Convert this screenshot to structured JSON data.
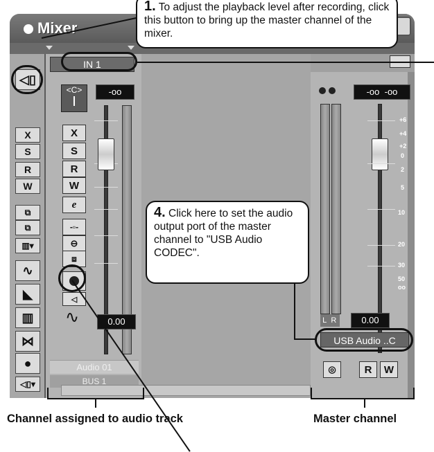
{
  "window": {
    "title": "Mixer"
  },
  "channel": {
    "input": "IN 1",
    "pan": "<C>",
    "volume_display": "-oo",
    "fader_value": "0.00",
    "name": "Audio 01",
    "output": "BUS 1",
    "buttons": [
      "X",
      "S",
      "R",
      "W",
      "e"
    ]
  },
  "rack": {
    "buttons": [
      "X",
      "S",
      "R",
      "W"
    ]
  },
  "master": {
    "displays": [
      "-oo",
      "-oo"
    ],
    "fader_value": "0.00",
    "output": "USB Audio ..C",
    "meter_labels": [
      "L",
      "R"
    ],
    "scale": [
      "+6",
      "+4",
      "+2",
      "0",
      "2",
      "5",
      "10",
      "20",
      "30",
      "50",
      "oo"
    ],
    "bottom_buttons": [
      "R",
      "W"
    ]
  },
  "callouts": {
    "step1": {
      "number": "1.",
      "text": "To adjust the playback level after recording, click this button to bring up the master channel of the mixer."
    },
    "step4": {
      "number": "4.",
      "text": "Click here to set the audio output port of the master channel to \"USB Audio CODEC\"."
    }
  },
  "captions": {
    "channel": "Channel assigned to audio track",
    "master": "Master channel"
  }
}
